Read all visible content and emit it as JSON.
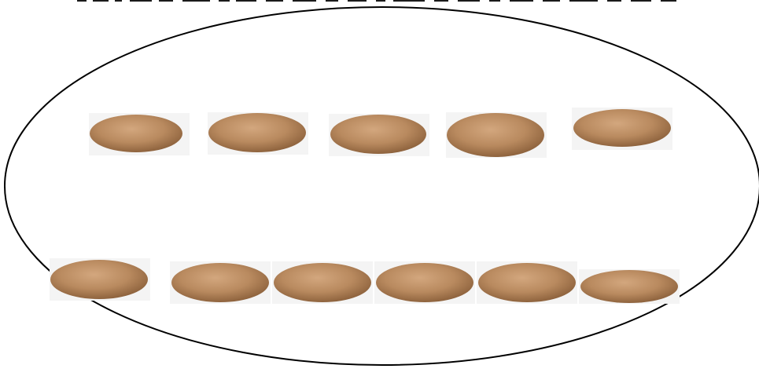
{
  "figure": {
    "outline_color": "#000000",
    "bean_color_light": "#d3a77e",
    "bean_color_mid": "#b98a5f",
    "bean_color_dark": "#8a5f3a",
    "tile_color": "#f4f4f4"
  },
  "groups": [
    {
      "name": "top-row",
      "count": 5
    },
    {
      "name": "bottom-row",
      "count": 6
    }
  ],
  "total_beans": 11
}
